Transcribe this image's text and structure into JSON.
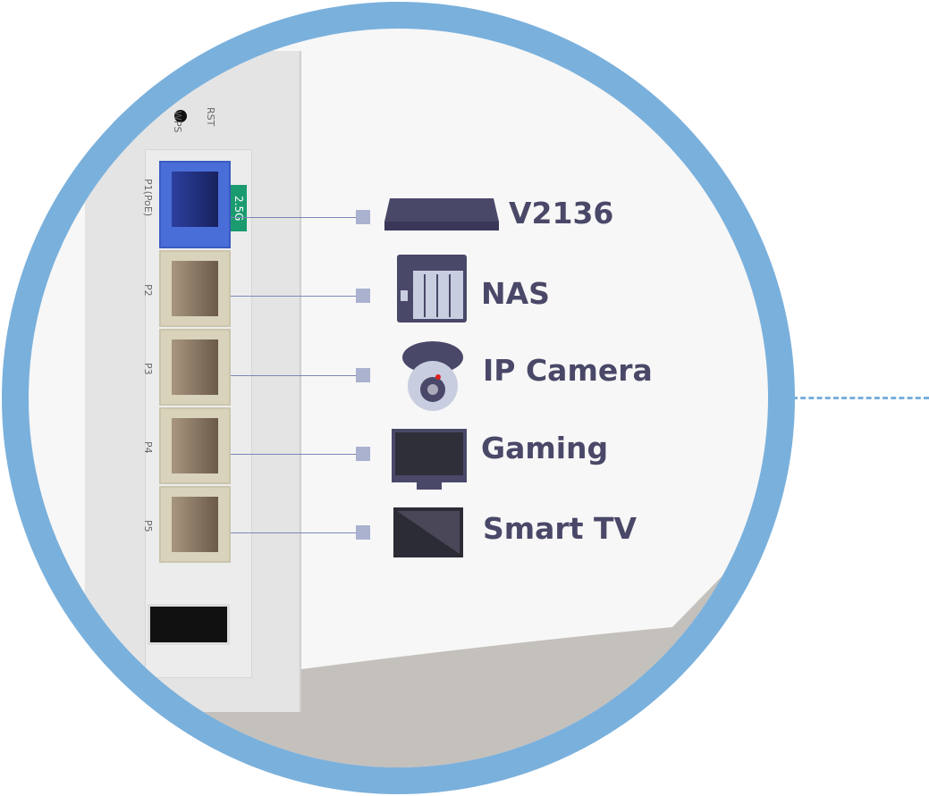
{
  "ports": [
    {
      "label": "P1(PoE)",
      "badge": "2.5G"
    },
    {
      "label": "P2"
    },
    {
      "label": "P3"
    },
    {
      "label": "P4"
    },
    {
      "label": "P5"
    }
  ],
  "buttons": {
    "wps": "WPS",
    "rst": "RST"
  },
  "devices": [
    {
      "name": "V2136",
      "icon": "router-icon"
    },
    {
      "name": "NAS",
      "icon": "nas-icon"
    },
    {
      "name": "IP Camera",
      "icon": "camera-icon"
    },
    {
      "name": "Gaming",
      "icon": "monitor-icon"
    },
    {
      "name": "Smart TV",
      "icon": "tv-icon"
    }
  ],
  "colors": {
    "ring": "#7ab0dc",
    "text": "#4a4868",
    "badge": "#1a9a6e"
  }
}
